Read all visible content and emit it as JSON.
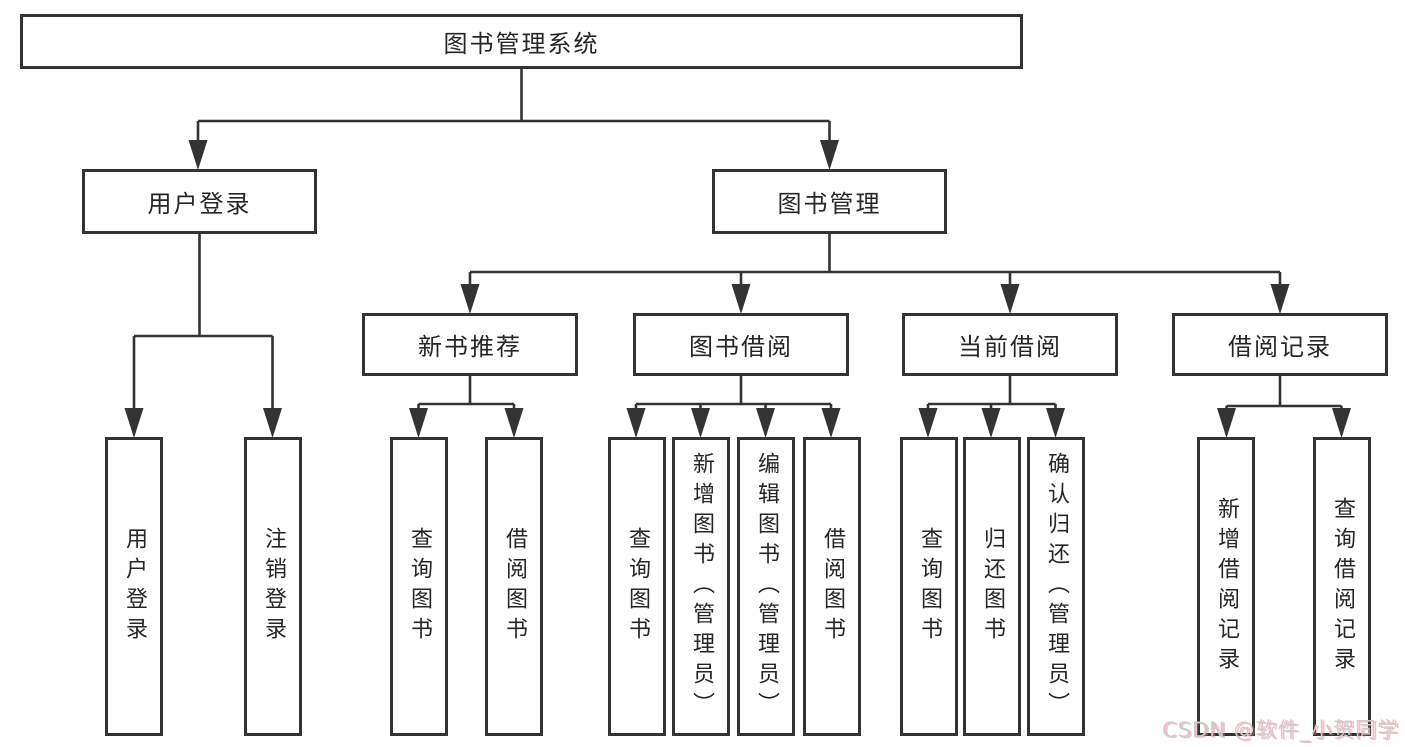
{
  "tree": {
    "root": {
      "label": "图书管理系统",
      "children": [
        {
          "label": "用户登录",
          "children": [
            {
              "label": "用户登录"
            },
            {
              "label": "注销登录"
            }
          ]
        },
        {
          "label": "图书管理",
          "children": [
            {
              "label": "新书推荐",
              "children": [
                {
                  "label": "查询图书"
                },
                {
                  "label": "借阅图书"
                }
              ]
            },
            {
              "label": "图书借阅",
              "children": [
                {
                  "label": "查询图书"
                },
                {
                  "label": "新增图书（管理员）"
                },
                {
                  "label": "编辑图书（管理员）"
                },
                {
                  "label": "借阅图书"
                }
              ]
            },
            {
              "label": "当前借阅",
              "children": [
                {
                  "label": "查询图书"
                },
                {
                  "label": "归还图书"
                },
                {
                  "label": "确认归还（管理员）"
                }
              ]
            },
            {
              "label": "借阅记录",
              "children": [
                {
                  "label": "新增借阅记录"
                },
                {
                  "label": "查询借阅记录"
                }
              ]
            }
          ]
        }
      ]
    }
  },
  "watermark": {
    "text": "CSDN @软件_小贺同学"
  },
  "colors": {
    "line": "#333333",
    "box_border": "#333333",
    "text": "#262626",
    "background": "#ffffff",
    "watermark_text": "#c9cdd1",
    "watermark_shadow": "#f76e6e"
  }
}
